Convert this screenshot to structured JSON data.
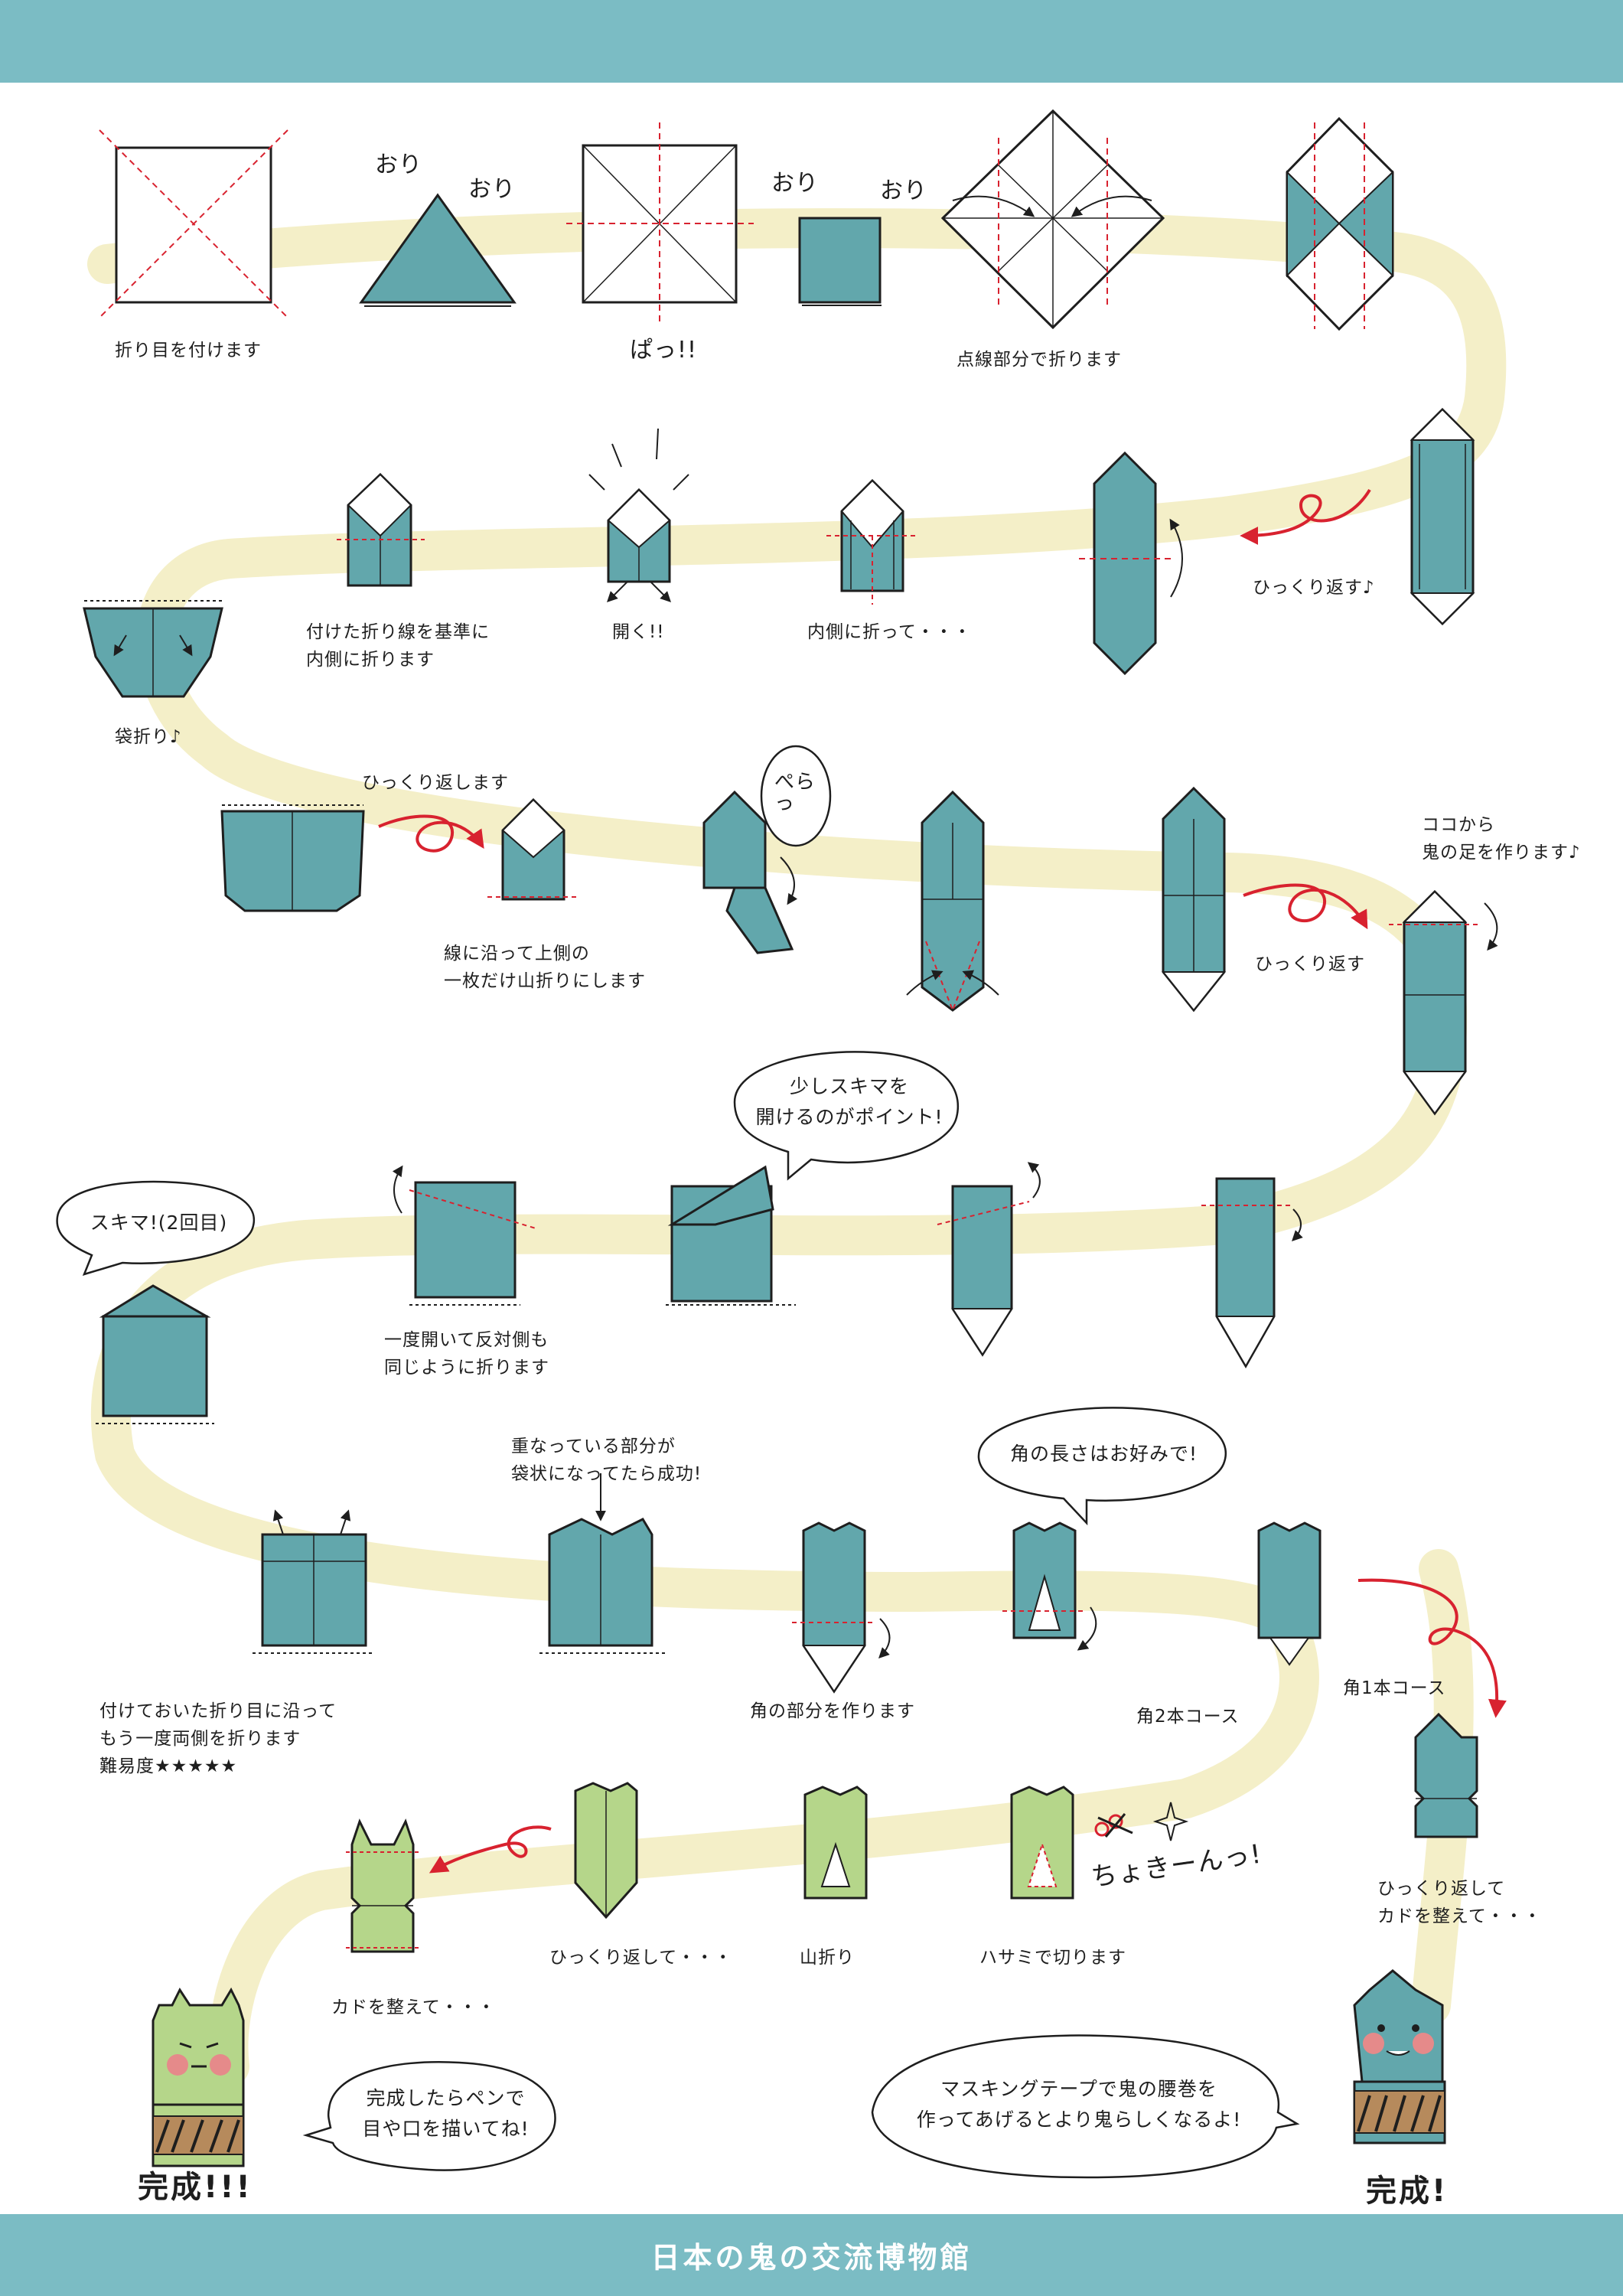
{
  "footer": {
    "title": "日本の鬼の交流博物館"
  },
  "steps": {
    "s1": "折り目を付けます",
    "s2": "ぱっ!!",
    "s3": "点線部分で折ります",
    "s4": "ひっくり返す♪",
    "s5": "付けた折り線を基準に\n内側に折ります",
    "s6": "開く!!",
    "s7": "内側に折って・・・",
    "s8": "袋折り♪",
    "s9": "ひっくり返します",
    "s10": "線に沿って上側の\n一枚だけ山折りにします",
    "s11": "ひっくり返す",
    "s12": "ココから\n鬼の足を作ります♪",
    "s13": "一度開いて反対側も\n同じように折ります",
    "s14": "付けておいた折り目に沿って\nもう一度両側を折ります\n難易度★★★★★",
    "s15": "重なっている部分が\n袋状になってたら成功!",
    "s16": "角の部分を作ります",
    "s17": "角2本コース",
    "s18": "角1本コース",
    "s19": "ひっくり返して\nカドを整えて・・・",
    "s20": "ひっくり返して・・・",
    "s21": "山折り",
    "s22": "ハサミで切ります",
    "s23": "カドを整えて・・・",
    "done1": "完成!!!",
    "done2": "完成!"
  },
  "labels": {
    "ori1": "おり",
    "ori2": "おり",
    "ori3": "おり",
    "ori4": "おり",
    "pera": "ぺらっ",
    "choki": "ちょきーんっ!"
  },
  "bubbles": {
    "b1": "少しスキマを\n開けるのがポイント!",
    "b2": "スキマ!(2回目)",
    "b3": "角の長さはお好みで!",
    "b4": "完成したらペンで\n目や口を描いてね!",
    "b5": "マスキングテープで鬼の腰巻を\n作ってあげるとより鬼らしくなるよ!"
  },
  "colors": {
    "band": "#7bbcc4",
    "paper_blue": "#62a7ac",
    "paper_green": "#b5d68a",
    "path": "#f4efc8",
    "accent_red": "#d8222f",
    "ink": "#1e1e1e"
  }
}
